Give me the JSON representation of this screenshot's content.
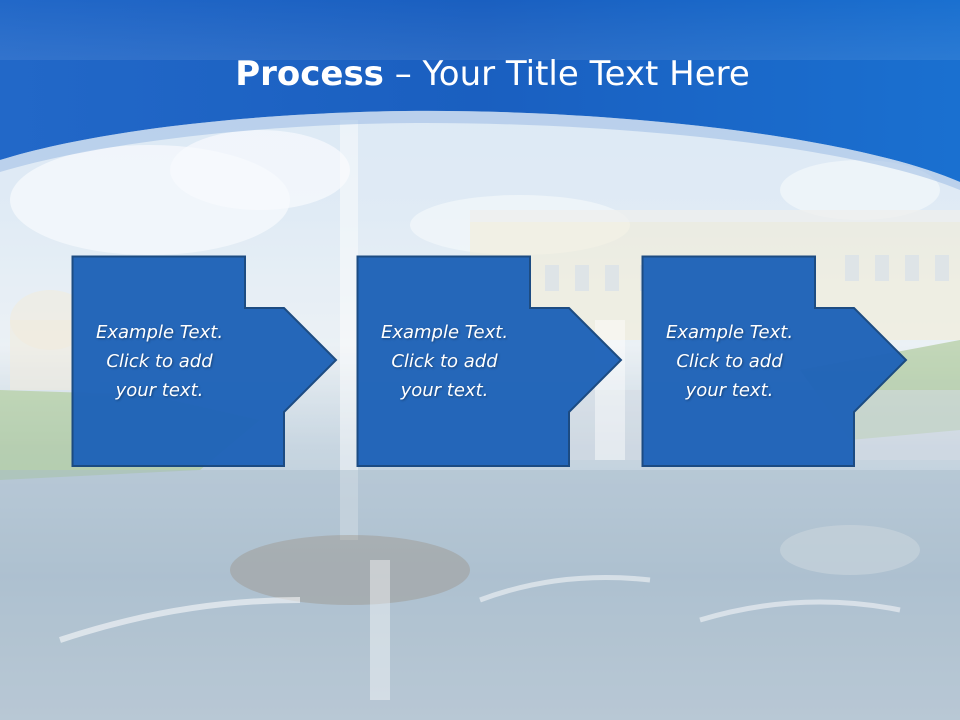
{
  "slide": {
    "title_bold": "Process",
    "title_rest": " – Your Title Text Here"
  },
  "steps": [
    {
      "text": "Example Text.\nClick  to add\nyour text."
    },
    {
      "text": "Example Text.\nClick  to add\nyour text."
    },
    {
      "text": "Example Text.\nClick  to add\nyour text."
    }
  ],
  "colors": {
    "header_blue": "#1a64c4",
    "box_blue": "#1f63b8",
    "box_border": "#17477f"
  }
}
